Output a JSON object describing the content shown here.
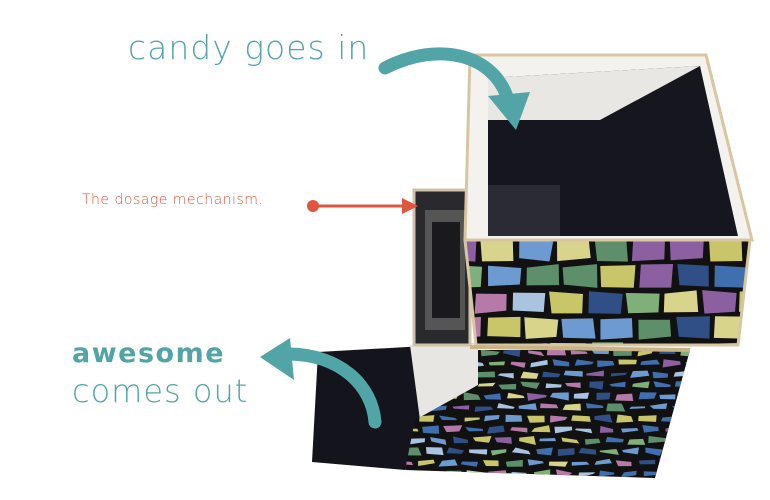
{
  "labels": {
    "candy_in": "candy goes in",
    "dosage": "The dosage mechanism.",
    "out_bold": "awesome",
    "out_rest": "comes out"
  },
  "colors": {
    "teal": "#52a5a6",
    "red": "#e0563f",
    "mosaic": [
      "#3f6fae",
      "#6d9ad1",
      "#c9c66a",
      "#7fb07a",
      "#8c5fa0",
      "#d9d48c",
      "#2f4f86",
      "#a8c4e0",
      "#5d8f6b",
      "#b57aa8"
    ]
  }
}
